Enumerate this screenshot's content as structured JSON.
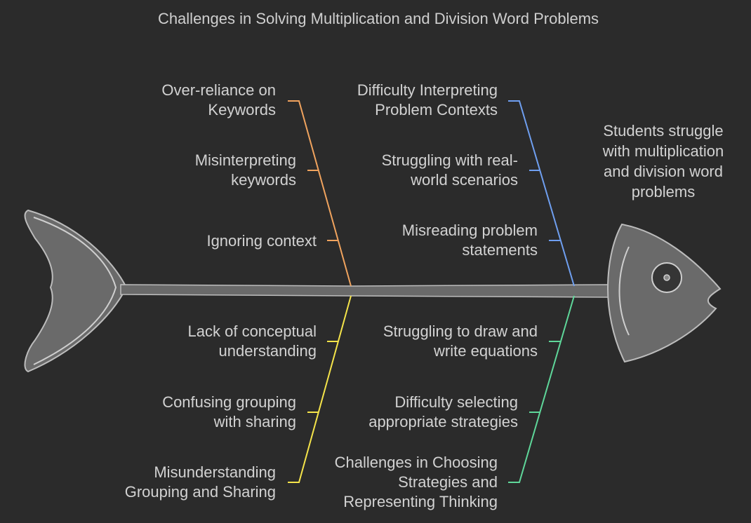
{
  "title": "Challenges in Solving Multiplication and Division Word Problems",
  "effect": [
    "Students struggle",
    "with multiplication",
    "and division word",
    "problems"
  ],
  "categories": {
    "keywords": {
      "color": "#f0a35e",
      "label": [
        "Over-reliance on",
        "Keywords"
      ],
      "causes": [
        [
          "Misinterpreting",
          "keywords"
        ],
        [
          "Ignoring context"
        ]
      ]
    },
    "contexts": {
      "color": "#6f9ff0",
      "label": [
        "Difficulty Interpreting",
        "Problem Contexts"
      ],
      "causes": [
        [
          "Struggling with real-",
          "world scenarios"
        ],
        [
          "Misreading problem",
          "statements"
        ]
      ]
    },
    "grouping": {
      "color": "#f5e44a",
      "label": [
        "Misunderstanding",
        "Grouping and Sharing"
      ],
      "causes": [
        [
          "Lack of conceptual",
          "understanding"
        ],
        [
          "Confusing grouping",
          "with sharing"
        ]
      ]
    },
    "strategies": {
      "color": "#5fd79a",
      "label": [
        "Challenges in Choosing",
        "Strategies and",
        "Representing Thinking"
      ],
      "causes": [
        [
          "Struggling to draw and",
          "write equations"
        ],
        [
          "Difficulty selecting",
          "appropriate strategies"
        ]
      ]
    }
  }
}
